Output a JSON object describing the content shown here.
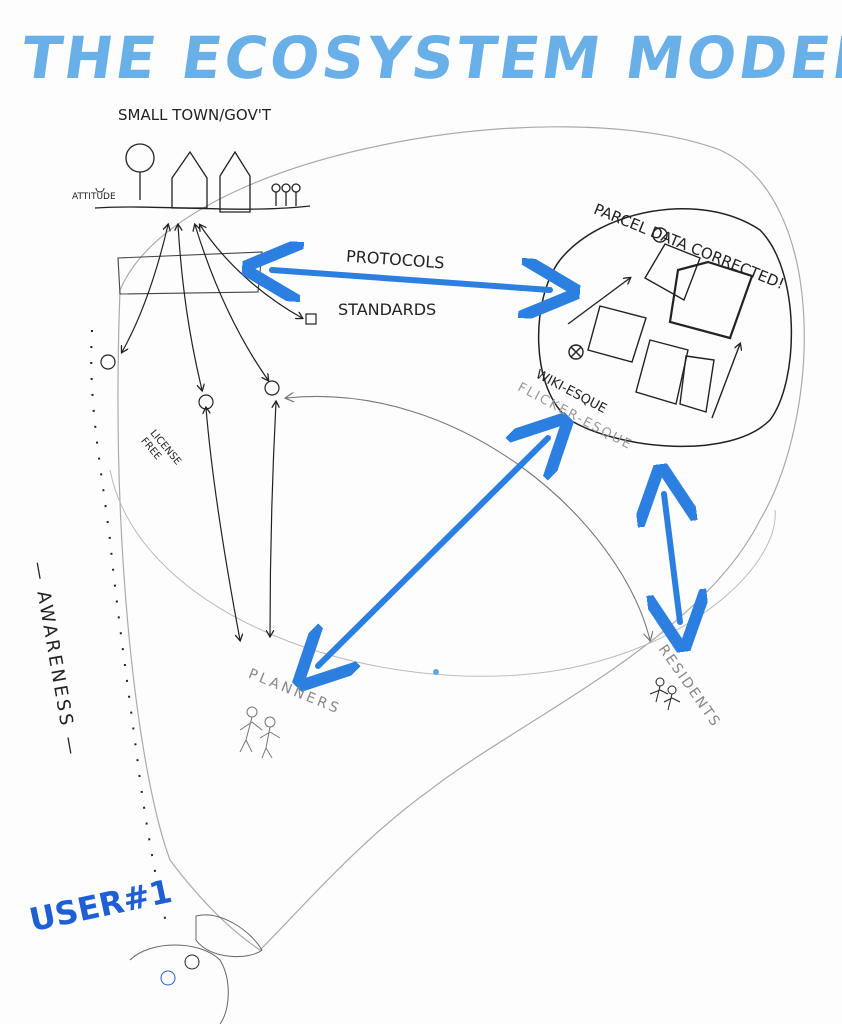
{
  "title": "THE ECOSYSTEM MODEL",
  "labels": {
    "gov": "SMALL TOWN/GOV'T",
    "attitude": "ATTITUDE",
    "protocols": "PROTOCOLS",
    "standards": "STANDARDS",
    "parcel": "PARCEL DATA CORRECTED!",
    "wiki": "WIKI-ESQUE",
    "flicker": "FLICKER-ESQUE",
    "license": "LICENSE FREE",
    "awareness": "— AWARENESS —",
    "planners": "PLANNERS",
    "residents": "RESIDENTS",
    "user": "USER#1"
  },
  "colors": {
    "title": "#5aa8e6",
    "blue_arrow": "#2a7fe0",
    "ink": "#222222",
    "pencil": "#9a9a9a",
    "user": "#1f5fd6"
  }
}
